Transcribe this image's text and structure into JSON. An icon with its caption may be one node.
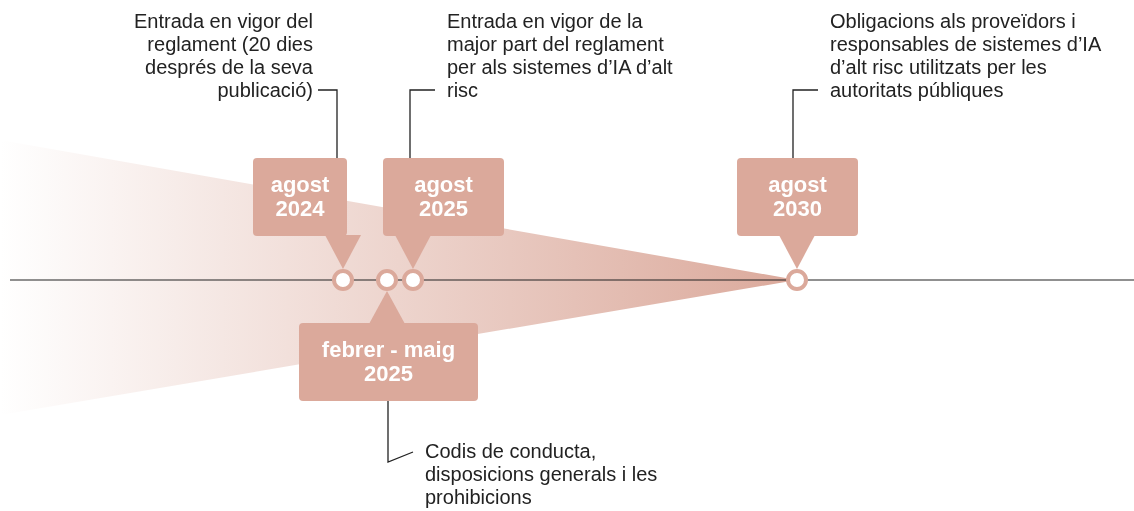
{
  "diagram": {
    "nodes": [
      {
        "text": [
          "Entrada en vigor del reglament (20 dies després de la seva publicació)"
        ]
      },
      {
        "text": [
          "Entrada en vigor de la major part del reglament per als sistemes d’IA d’alt risc"
        ]
      },
      {
        "text": [
          "Obligacions als proveïdors i responsables de sistemes d’IA d’alt risc utilitzats per les autoritats públiques"
        ]
      },
      {
        "text": [
          "agost 2024"
        ]
      },
      {
        "text": [
          "agost 2025"
        ]
      },
      {
        "text": [
          "agost 2030"
        ]
      },
      {
        "text": [],
        "shape": "circle"
      },
      {
        "text": [],
        "shape": "circle"
      },
      {
        "text": [],
        "shape": "circle"
      },
      {
        "text": [],
        "shape": "circle"
      },
      {
        "text": [
          "febrer - maig 2025"
        ]
      },
      {
        "text": [
          "Codis de conducta, disposicions generals i les prohibicions"
        ]
      }
    ],
    "edges": [
      {
        "from": 0,
        "to": 3,
        "arrow": "none"
      },
      {
        "from": 1,
        "to": 4,
        "arrow": "none"
      },
      {
        "from": 2,
        "to": 5,
        "arrow": "none"
      },
      {
        "from": 3,
        "to": 6,
        "arrow": "to"
      },
      {
        "from": 4,
        "to": 8,
        "arrow": "to"
      },
      {
        "from": 5,
        "to": 9,
        "arrow": "to"
      },
      {
        "from": 10,
        "to": 7,
        "arrow": "to"
      },
      {
        "from": 11,
        "to": 10,
        "arrow": "none"
      }
    ]
  }
}
